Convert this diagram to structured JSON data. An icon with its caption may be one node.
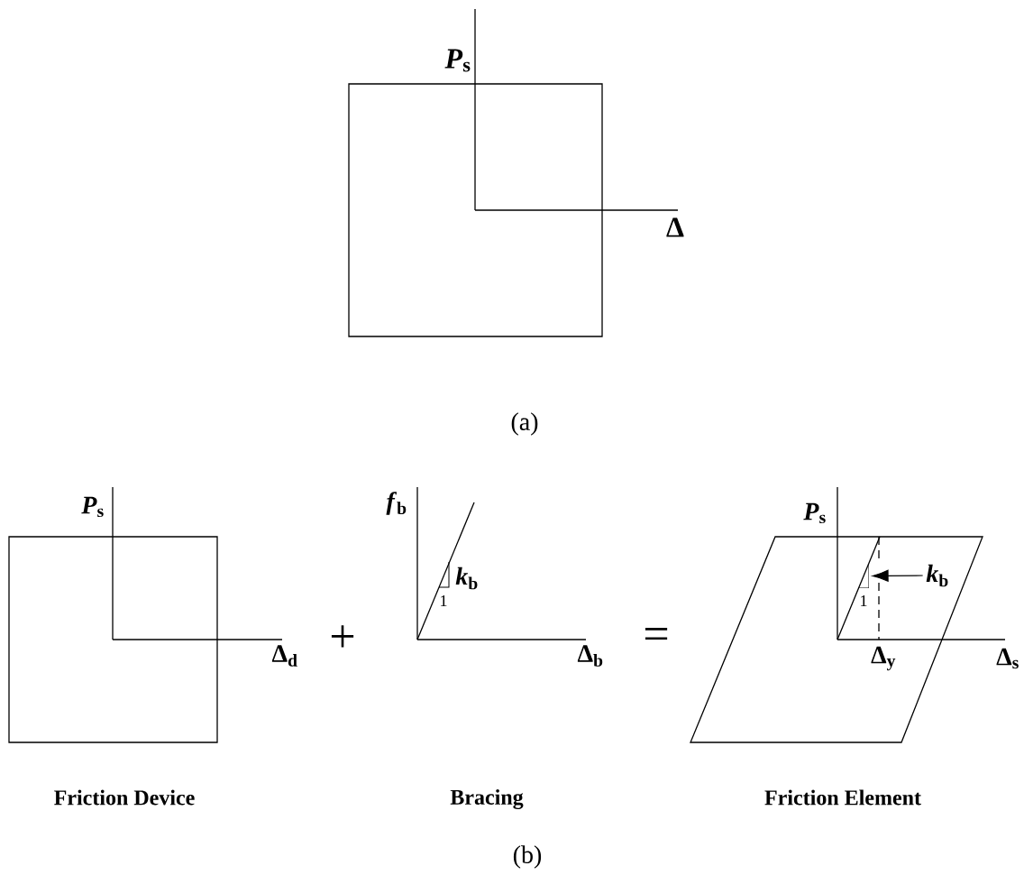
{
  "diagram": {
    "nodes": [
      {
        "text": [
          "*k*$_{b}$"
        ]
      },
      {
        "text": [],
        "shape": "triangle"
      }
    ],
    "edges": [
      {
        "from": 0,
        "to": 1,
        "arrow": "to"
      }
    ],
    "labels": [
      "*P*$_{s}$",
      "Δ",
      "(a)",
      "*P*$_{s}$",
      "*f*$_{b}$",
      "*P*$_{s}$",
      "*k*$_{b}$",
      "1",
      "1",
      "Δ$_{d}$",
      "+",
      "Δ$_{b}$",
      "=",
      "Δ$_{y}$",
      "Δ$_{s}$",
      "Friction Device",
      "Bracing",
      "Friction Element",
      "(b)"
    ]
  }
}
